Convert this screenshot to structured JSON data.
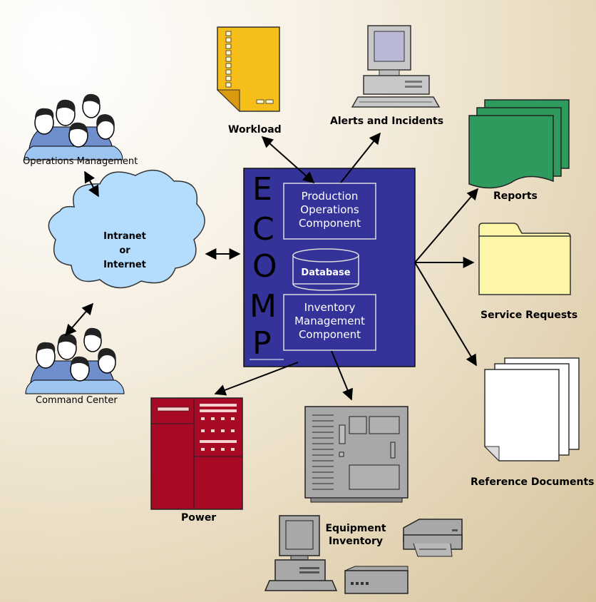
{
  "labels": {
    "workload": "Workload",
    "alerts": "Alerts and Incidents",
    "reports": "Reports",
    "service_requests": "Service Requests",
    "reference_documents": "Reference Documents",
    "operations_management": "Operations Management",
    "command_center": "Command Center",
    "cloud_line1": "Intranet",
    "cloud_line2": "or",
    "cloud_line3": "Internet",
    "power": "Power",
    "equipment_line1": "Equipment",
    "equipment_line2": "Inventory"
  },
  "ecomp": {
    "letters": [
      "E",
      "C",
      "O",
      "M",
      "P"
    ],
    "production": [
      "Production",
      "Operations",
      "Component"
    ],
    "database": "Database",
    "inventory": [
      "Inventory",
      "Management",
      "Component"
    ]
  },
  "colors": {
    "ecomp_box": "#33339a",
    "workload_doc": "#f5be19",
    "reports": "#2e9a5e",
    "folder": "#fcf6a6",
    "cloud": "#b4dcfc",
    "power": "#a80a26",
    "equipment": "#a8a8a8"
  },
  "icons": [
    "people-icon",
    "cloud-icon",
    "checklist-document-icon",
    "computer-icon",
    "report-stack-icon",
    "folder-icon",
    "document-stack-icon",
    "server-rack-icon",
    "mainframe-icon",
    "printer-icon",
    "modem-icon"
  ]
}
